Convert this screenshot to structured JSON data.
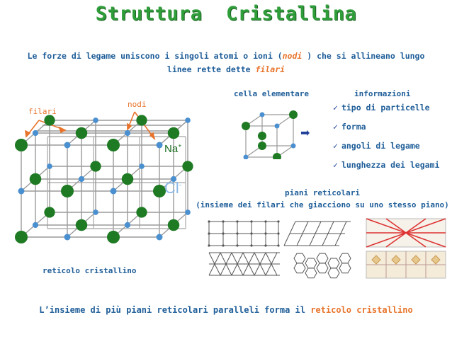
{
  "title": "Struttura  Cristallina",
  "intro": {
    "line1_a": "Le forze di legame uniscono i singoli atomi o ioni (",
    "line1_nodi": "nodi",
    "line1_b": " ) che si allineano lungo",
    "line2_a": "linee rette dette ",
    "line2_filari": "filari"
  },
  "lattice": {
    "label_filari": "filari",
    "label_nodi": "nodi",
    "label_na": "Na",
    "label_na_sup": "+",
    "label_cl": "Cl",
    "label_cl_sup": "-",
    "caption": "reticolo cristallino"
  },
  "cell": {
    "caption": "cella elementare",
    "arrow": "➡"
  },
  "info": {
    "title": "informazioni",
    "items": [
      "tipo di particelle",
      "forma",
      "angoli di legame",
      "lunghezza dei legami"
    ]
  },
  "planes": {
    "title_1": "piani reticolari",
    "title_2": "(insieme dei filari che giacciono su uno stesso piano)"
  },
  "bottom": {
    "text_a": "L’insieme di più piani reticolari paralleli forma il ",
    "text_b": "reticolo cristallino"
  },
  "colors": {
    "green_atom": "#1e7a23",
    "blue_atom": "#4a90d0",
    "label_blue": "#1f5e99",
    "accent_orange": "#e8742b",
    "title_green": "#2f9e3a"
  }
}
